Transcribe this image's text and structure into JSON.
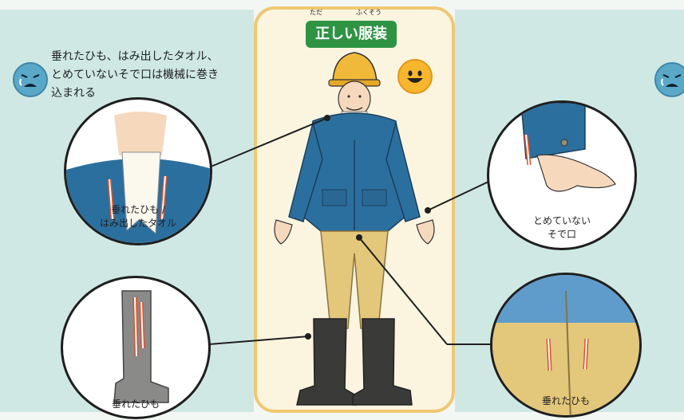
{
  "title": "正しい服装",
  "title_ruby": {
    "left": "ただ",
    "right": "ふくそう"
  },
  "warning": {
    "line1": "垂れたひも、はみ出したタオル、",
    "line2": "とめていないそで口は機械に巻き",
    "line3": "込まれる"
  },
  "callouts": {
    "towel_line1": "垂れたひも /",
    "towel_line2": "はみ出したタオル",
    "sleeve_line1": "とめていない",
    "sleeve_line2": "そで口",
    "boot": "垂れたひも",
    "pants": "垂れたひも"
  },
  "colors": {
    "panel_bg": "#cfe8e4",
    "center_bg": "#fbf5e0",
    "title_green": "#2e9444",
    "jacket_blue": "#2b6f9e",
    "pants_khaki": "#e3c77a",
    "helmet_yellow": "#f0b93a",
    "danger_red": "#e0502a"
  },
  "icons": {
    "left_face": "sad-face-icon",
    "right_face": "sad-face-icon",
    "center_face": "smiling-face-icon"
  }
}
